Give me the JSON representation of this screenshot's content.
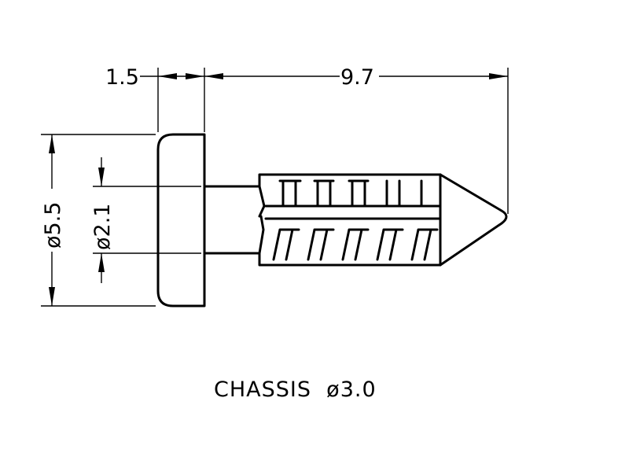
{
  "dimensions": {
    "head_thickness": "1.5",
    "shank_length": "9.7",
    "head_diameter": "ø5.5",
    "neck_diameter": "ø2.1"
  },
  "caption": "CHASSIS  ø3.0"
}
